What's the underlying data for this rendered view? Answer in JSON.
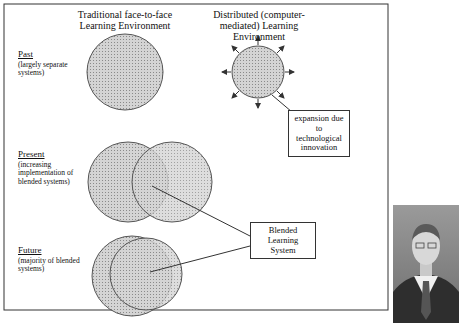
{
  "diagram": {
    "nodes": [
      {
        "text": [
          "expansion due to technological innovation"
        ]
      },
      {
        "text": [
          "Blended Learning System"
        ]
      }
    ],
    "labels": [
      "Traditional face-to-face Learning Environment",
      "Distributed (computer-mediated) Learning Environment",
      "Past",
      "(largely separate systems)",
      "Present",
      "(increasing implementation of blended systems)",
      "Future",
      "(majority of blended systems)"
    ]
  }
}
